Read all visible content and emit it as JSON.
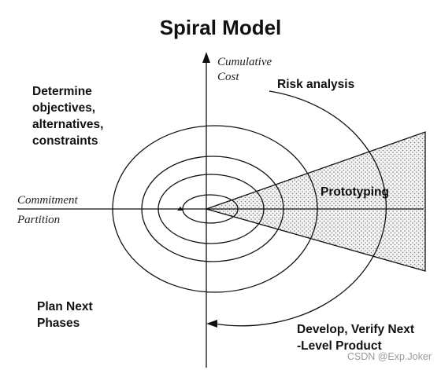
{
  "title": "Spiral Model",
  "axes": {
    "y_label": [
      "Cumulative",
      "Cost"
    ],
    "x_label_top": "Commitment",
    "x_label_bottom": "Partition"
  },
  "quadrants": {
    "top_left": [
      "Determine",
      "objectives,",
      "alternatives,",
      "constraints"
    ],
    "top_right": "Risk analysis",
    "bottom_left": [
      "Plan Next",
      "Phases"
    ],
    "bottom_right": [
      "Develop, Verify Next",
      "-Level Product"
    ]
  },
  "prototyping_label": "Prototyping",
  "watermark": "CSDN @Exp.Joker",
  "colors": {
    "line": "#111111",
    "wedge_fill": "#f4f4f4",
    "wedge_dots": "#777777"
  }
}
